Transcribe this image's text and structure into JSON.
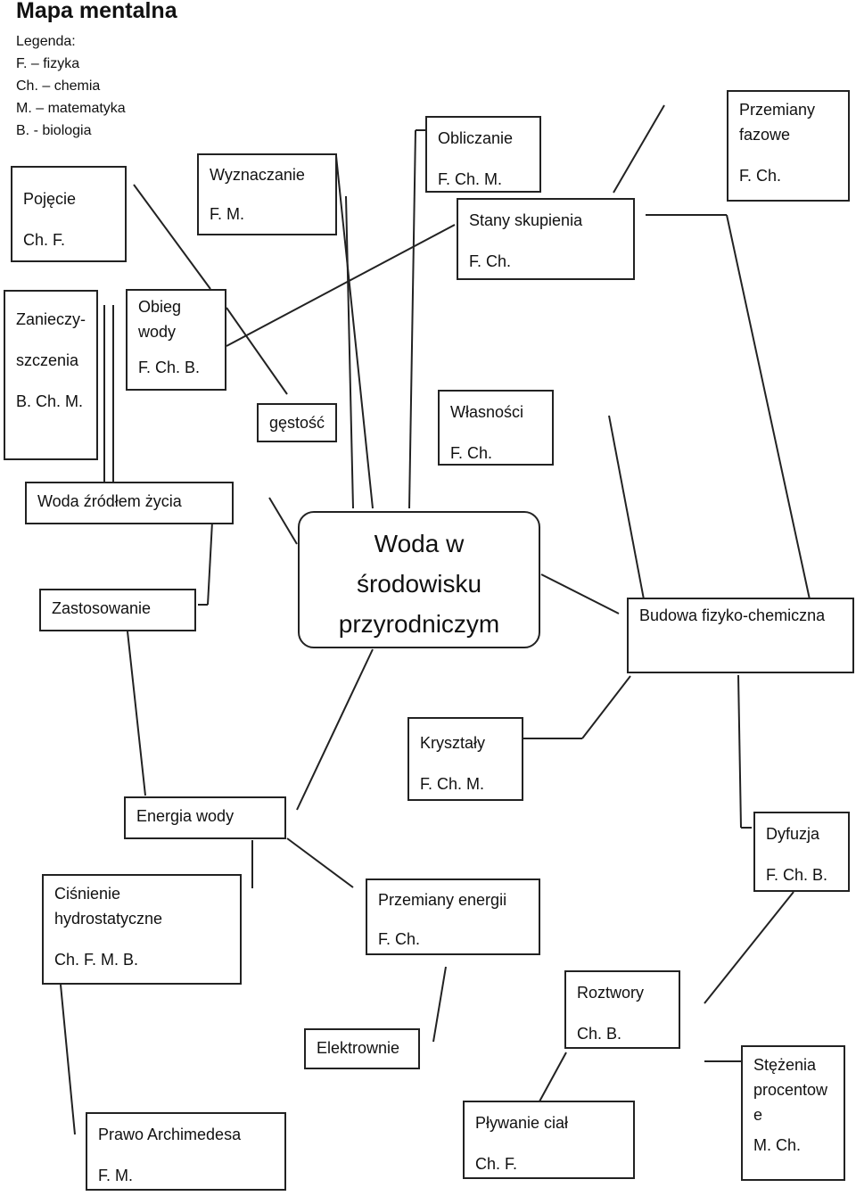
{
  "title": "Mapa mentalna",
  "legend": {
    "heading": "Legenda:",
    "items": [
      "F. – fizyka",
      "Ch. – chemia",
      "M. – matematyka",
      "B. - biologia"
    ]
  },
  "central": "Woda w\nśrodowisku\nprzyrodniczym",
  "nodes": {
    "pojecie": {
      "label": "Pojęcie",
      "tags": "Ch. F."
    },
    "wyznaczanie": {
      "label": "Wyznaczanie",
      "tags": "F. M."
    },
    "obliczanie": {
      "label": "Obliczanie",
      "tags": "F. Ch. M."
    },
    "przemiany_fazowe": {
      "label": "Przemiany\nfazowe",
      "tags": "F. Ch."
    },
    "stany_skupienia": {
      "label": "Stany skupienia",
      "tags": "F. Ch."
    },
    "zanieczyszczenia": {
      "label": "Zanieczy-\nszczenia",
      "tags": "B. Ch. M."
    },
    "obieg_wody": {
      "label": "Obieg\nwody",
      "tags": "F. Ch. B."
    },
    "gestosc": {
      "label": "gęstość"
    },
    "wlasnosci": {
      "label": "Własności",
      "tags": "F. Ch."
    },
    "woda_zrodlem_zycia": {
      "label": "Woda źródłem życia"
    },
    "zastosowanie": {
      "label": "Zastosowanie"
    },
    "budowa": {
      "label": "Budowa fizyko-chemiczna"
    },
    "krysztaly": {
      "label": "Kryształy",
      "tags": "F. Ch. M."
    },
    "energia_wody": {
      "label": "Energia wody"
    },
    "dyfuzja": {
      "label": "Dyfuzja",
      "tags": "F. Ch. B."
    },
    "cisnienie": {
      "label": "Ciśnienie\nhydrostatyczne",
      "tags": "Ch. F. M. B."
    },
    "przemiany_energii": {
      "label": "Przemiany energii",
      "tags": "F. Ch."
    },
    "roztwory": {
      "label": "Roztwory",
      "tags": "Ch. B."
    },
    "elektrownie": {
      "label": "Elektrownie"
    },
    "stezenia": {
      "label": "Stężenia\nprocentow\ne",
      "tags": "M. Ch."
    },
    "plywanie": {
      "label": "Pływanie ciał",
      "tags": "Ch. F."
    },
    "prawo_archimedesa": {
      "label": "Prawo Archimedesa",
      "tags": "F. M."
    }
  }
}
